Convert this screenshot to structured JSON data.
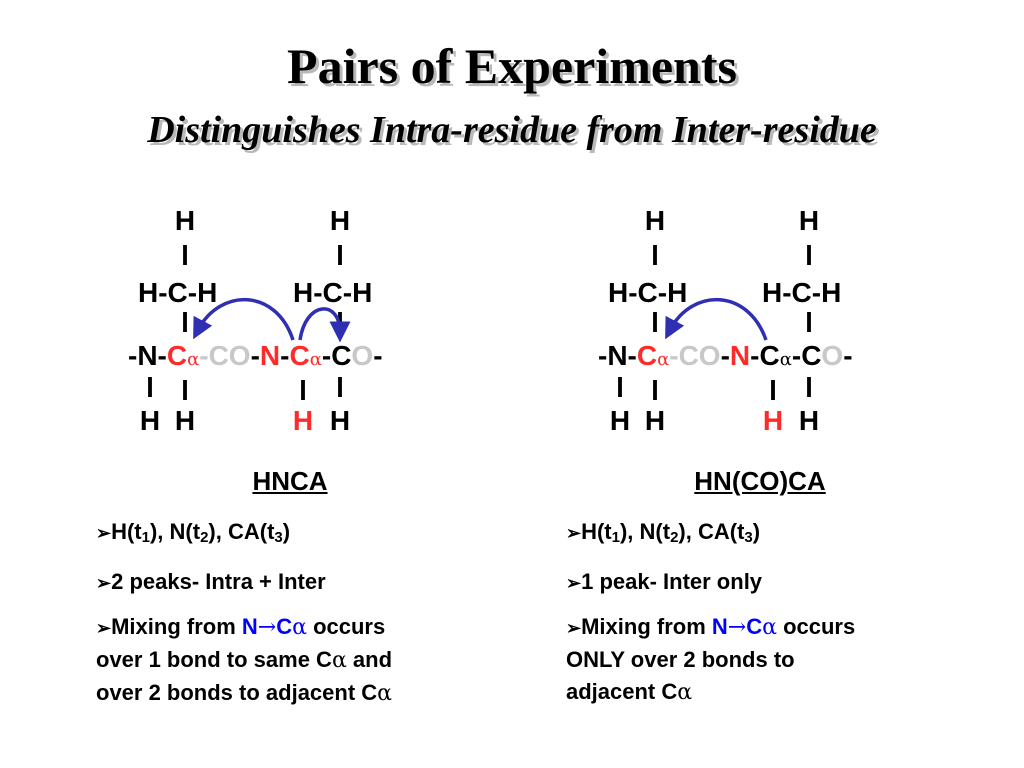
{
  "title": "Pairs of Experiments",
  "subtitle": "Distinguishes Intra-residue from Inter-residue",
  "colors": {
    "highlight": "#ff2b2b",
    "ghost": "#c8c8c8",
    "arrow": "#2f2fb4",
    "text": "#000000"
  },
  "left_experiment": {
    "name": "HNCA",
    "top_h": "H",
    "methylene": "H-C-H",
    "bond": "l",
    "backbone": {
      "n1": "-N-",
      "ca1": "C",
      "alpha": "α",
      "co1": "-CO",
      "dash": "-",
      "n2": "N",
      "ca2": "C",
      "c2": "-C",
      "o2": "O",
      "end": "-"
    },
    "bottom_h": "H",
    "amide_h": "H",
    "bullets": [
      {
        "marker": "➢",
        "parts": [
          "H(t",
          "1",
          "), N(t",
          "2",
          "), CA(t",
          "3",
          ")"
        ]
      },
      {
        "marker": "➢",
        "text": "2 peaks- Intra + Inter"
      },
      {
        "marker": "➢",
        "lead": "Mixing from ",
        "n": "N",
        "arrow": "→",
        "c": "C",
        "alpha": "α",
        "rest1": " occurs",
        "line2": "over 1 bond to same C",
        "line2_tail": " and",
        "line3": "over 2 bonds to adjacent C"
      }
    ]
  },
  "right_experiment": {
    "name": "HN(CO)CA",
    "bullets": [
      {
        "marker": "➢",
        "parts": [
          "H(t",
          "1",
          "), N(t",
          "2",
          "), CA(t",
          "3",
          ")"
        ]
      },
      {
        "marker": "➢",
        "text": "1 peak- Inter only"
      },
      {
        "marker": "➢",
        "lead": "Mixing from ",
        "n": "N",
        "arrow": "→",
        "c": "C",
        "alpha": "α",
        "rest1": " occurs",
        "line2": "ONLY over 2 bonds to",
        "line3": "adjacent C"
      }
    ]
  }
}
